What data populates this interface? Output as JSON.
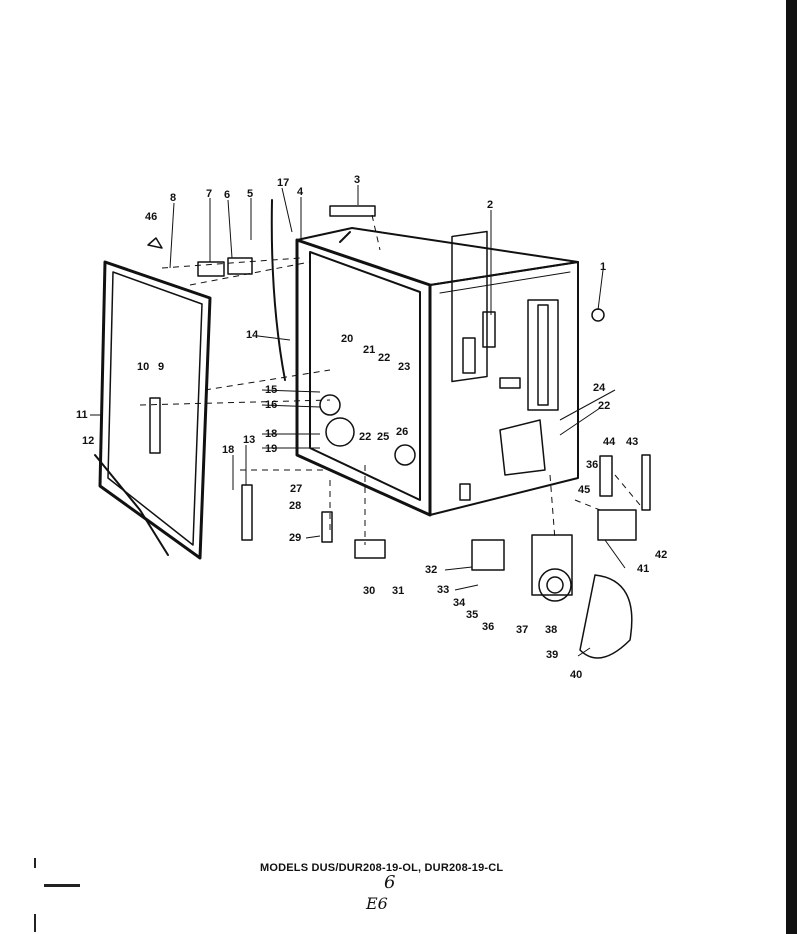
{
  "caption": "MODELS DUS/DUR208-19-OL, DUR208-19-CL",
  "handwritten": {
    "mark_top": "6",
    "mark_bottom": "E6"
  },
  "callouts": [
    "1",
    "2",
    "3",
    "4",
    "5",
    "6",
    "7",
    "8",
    "9",
    "10",
    "11",
    "12",
    "13",
    "14",
    "15",
    "16",
    "17",
    "18",
    "19",
    "18",
    "20",
    "21",
    "22",
    "22",
    "22",
    "23",
    "24",
    "25",
    "26",
    "27",
    "28",
    "29",
    "30",
    "31",
    "32",
    "33",
    "34",
    "35",
    "36",
    "36",
    "37",
    "38",
    "39",
    "40",
    "41",
    "42",
    "43",
    "44",
    "45",
    "46"
  ],
  "colors": {
    "ink": "#111111",
    "paper": "#ffffff"
  }
}
